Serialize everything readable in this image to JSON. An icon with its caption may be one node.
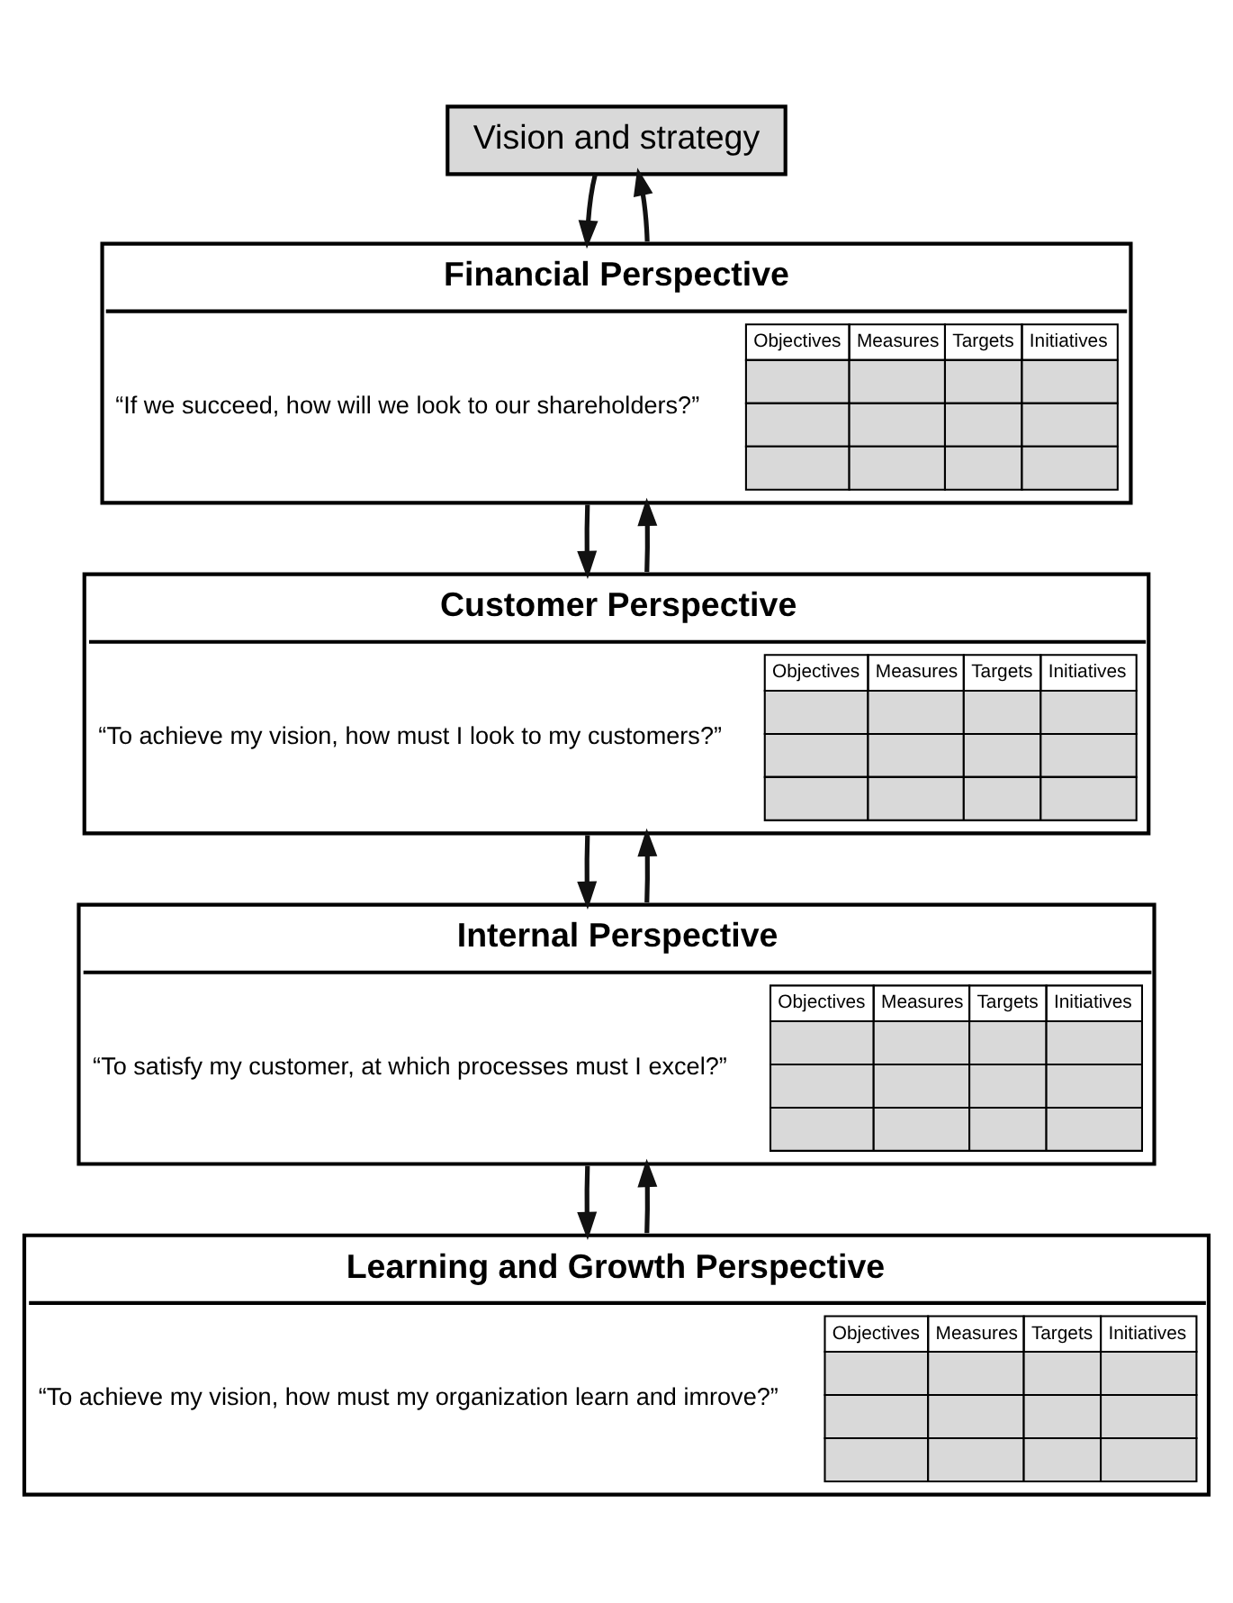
{
  "diagram": {
    "nodes": [
      {
        "text": [
          "Vision and strategy"
        ]
      },
      {
        "text": [
          "Financial Perspective",
          "“If we succeed, how will we look to our shareholders?”",
          "Objectives",
          "Measures",
          "Targets",
          "Initiatives"
        ]
      },
      {
        "text": [
          "Customer Perspective",
          "“To achieve my vision, how must I look to my customers?”",
          "Objectives",
          "Measures",
          "Targets",
          "Initiatives"
        ]
      },
      {
        "text": [
          "Internal Perspective",
          "“To satisfy my customer, at which processes must I excel?”",
          "Objectives",
          "Measures",
          "Targets",
          "Initiatives"
        ]
      },
      {
        "text": [
          "Learning and Growth Perspective",
          "“To achieve my vision, how must my organization learn and imrove?”",
          "Objectives",
          "Measures",
          "Targets",
          "Initiatives"
        ]
      }
    ],
    "edges": [
      {
        "from": 0,
        "to": 1,
        "arrow": "to"
      },
      {
        "from": 1,
        "to": 0,
        "arrow": "to"
      },
      {
        "from": 1,
        "to": 2,
        "arrow": "to"
      },
      {
        "from": 2,
        "to": 1,
        "arrow": "to"
      },
      {
        "from": 2,
        "to": 3,
        "arrow": "to"
      },
      {
        "from": 3,
        "to": 2,
        "arrow": "to"
      },
      {
        "from": 3,
        "to": 4,
        "arrow": "to"
      },
      {
        "from": 4,
        "to": 3,
        "arrow": "to"
      }
    ]
  }
}
